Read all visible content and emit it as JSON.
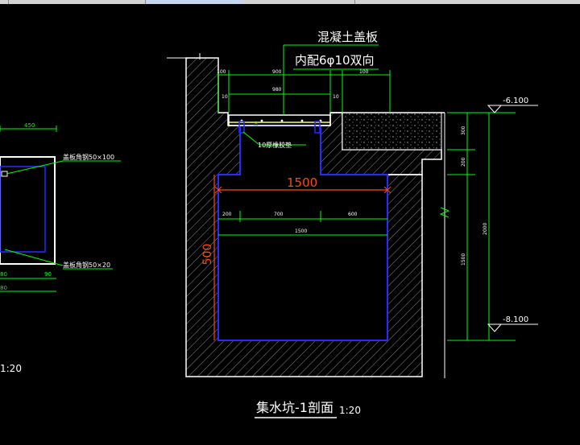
{
  "colors": {
    "background": "#000000",
    "wall": "#ffffff",
    "hatch": "#8a8a8a",
    "dimension": "#00ff00",
    "outline_blue": "#2a2aff",
    "highlight_red": "#ff4a00",
    "annotation": "#ffffff"
  },
  "labels": {
    "cover_material": "混凝土盖板",
    "cover_rebar": "内配6φ10双向",
    "rubber_pad": "10厚橡胶垫",
    "angle_steel_1": "盖板角钢50×100",
    "angle_steel_2": "盖板角钢50×20",
    "title": "集水坑-1剖面",
    "scale_main": "1:20",
    "scale_left": "1:20"
  },
  "elevations": {
    "top": "-6.100",
    "bottom": "-8.100"
  },
  "dimensions": {
    "top_left": "100",
    "top_mid": "900",
    "top_right": "100",
    "cover_width": "980",
    "side_10a": "10",
    "side_10b": "10",
    "pad_10": "10",
    "red_width": "1500",
    "red_height": "500",
    "row_a": "200",
    "row_b": "700",
    "row_c": "600",
    "row_total": "1500",
    "right_300": "300",
    "right_200": "200",
    "right_1500": "1500",
    "right_2000": "2000",
    "left_450": "450",
    "left_90": "90",
    "left_80a": "80",
    "left_80b": "80"
  }
}
